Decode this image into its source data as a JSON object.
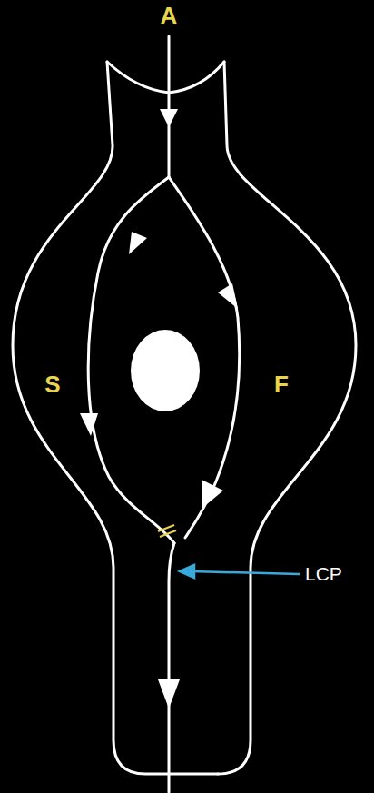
{
  "diagram": {
    "labels": [
      "A",
      "S",
      "F",
      "LCP"
    ]
  }
}
